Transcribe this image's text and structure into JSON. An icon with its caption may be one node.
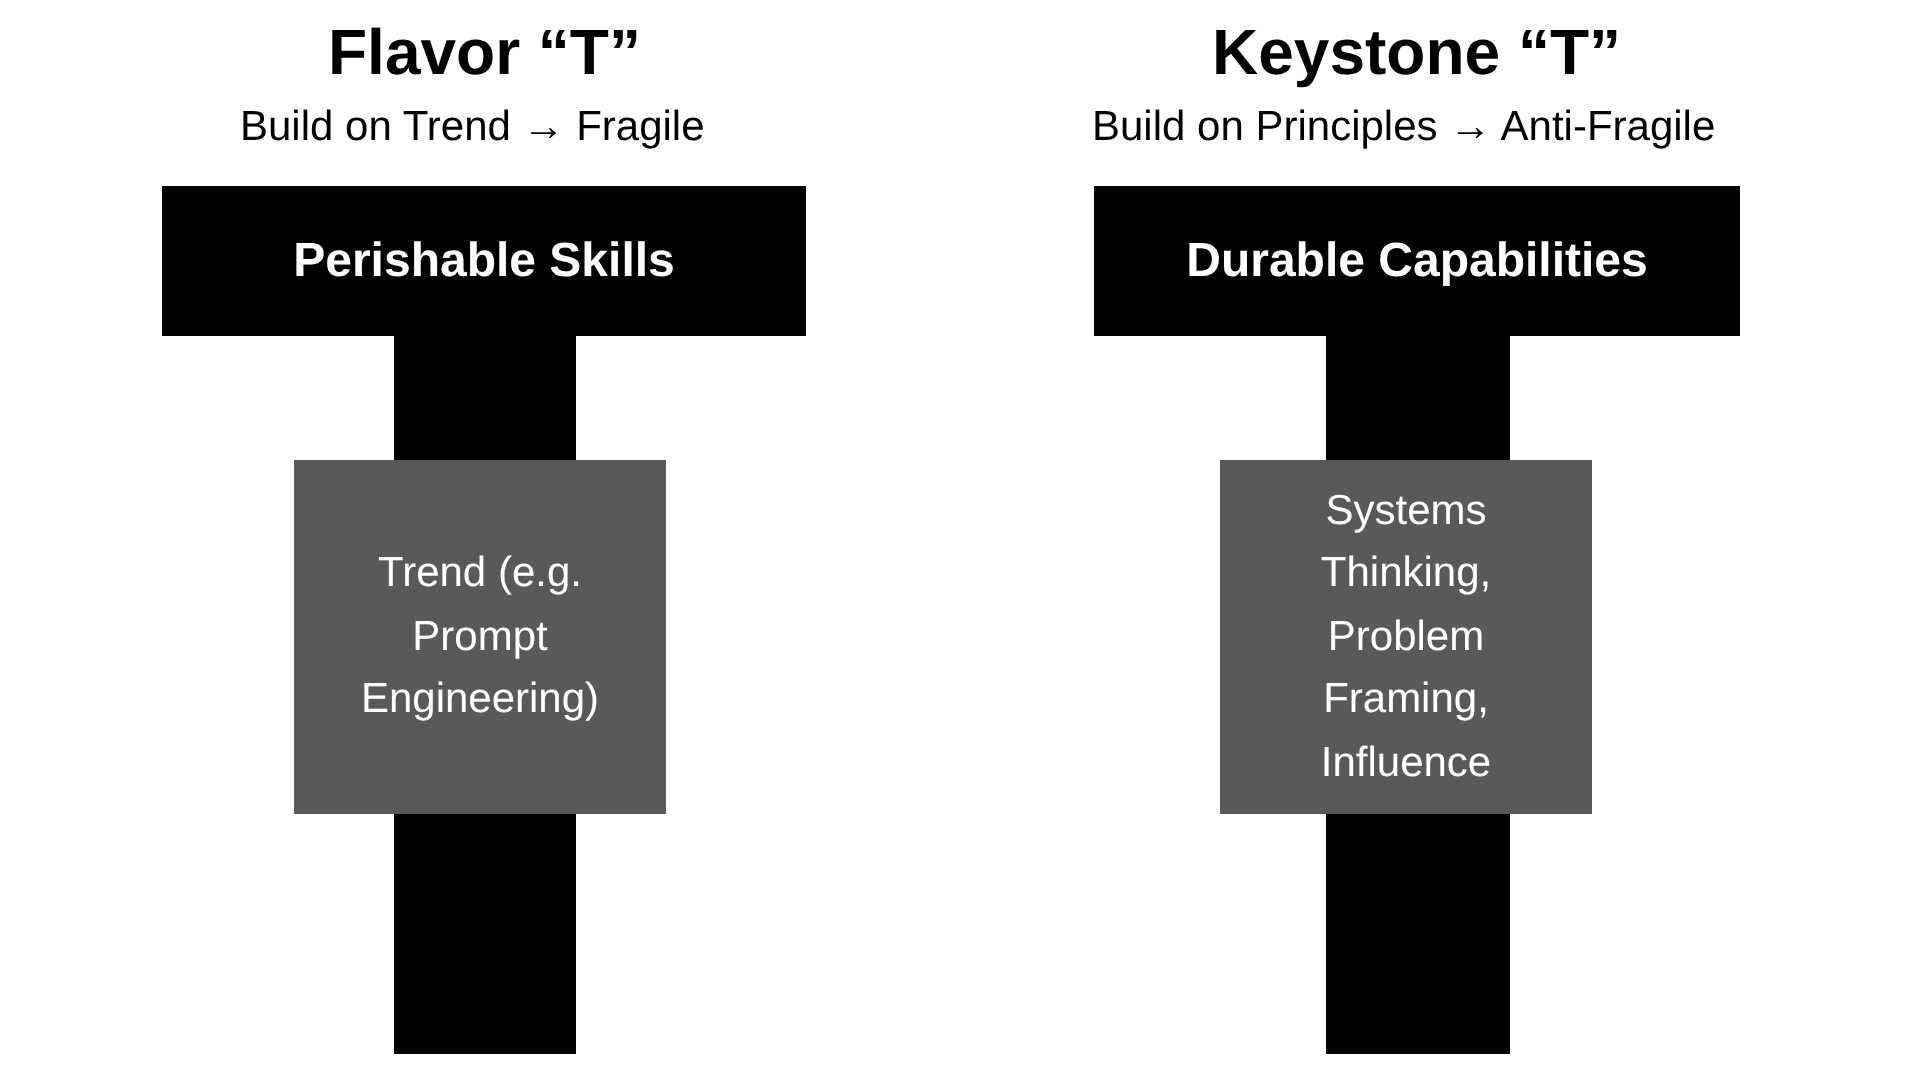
{
  "diagram": {
    "nodes": [
      {
        "text": [
          "Perishable Skills"
        ]
      },
      {
        "text": [],
        "shape": "bar"
      },
      {
        "text": [
          "Trend (e.g. Prompt Engineering)"
        ]
      },
      {
        "text": [],
        "shape": "bar"
      },
      {
        "text": [
          "Durable Capabilities"
        ]
      },
      {
        "text": [],
        "shape": "bar"
      },
      {
        "text": [
          "Systems Thinking, Problem Framing, Influence"
        ]
      },
      {
        "text": [],
        "shape": "bar"
      }
    ],
    "edges": [],
    "labels": [
      "Flavor “T”",
      "Build on Trend → Fragile",
      "Keystone “T”",
      "Build on Principles → Anti-Fragile"
    ]
  }
}
